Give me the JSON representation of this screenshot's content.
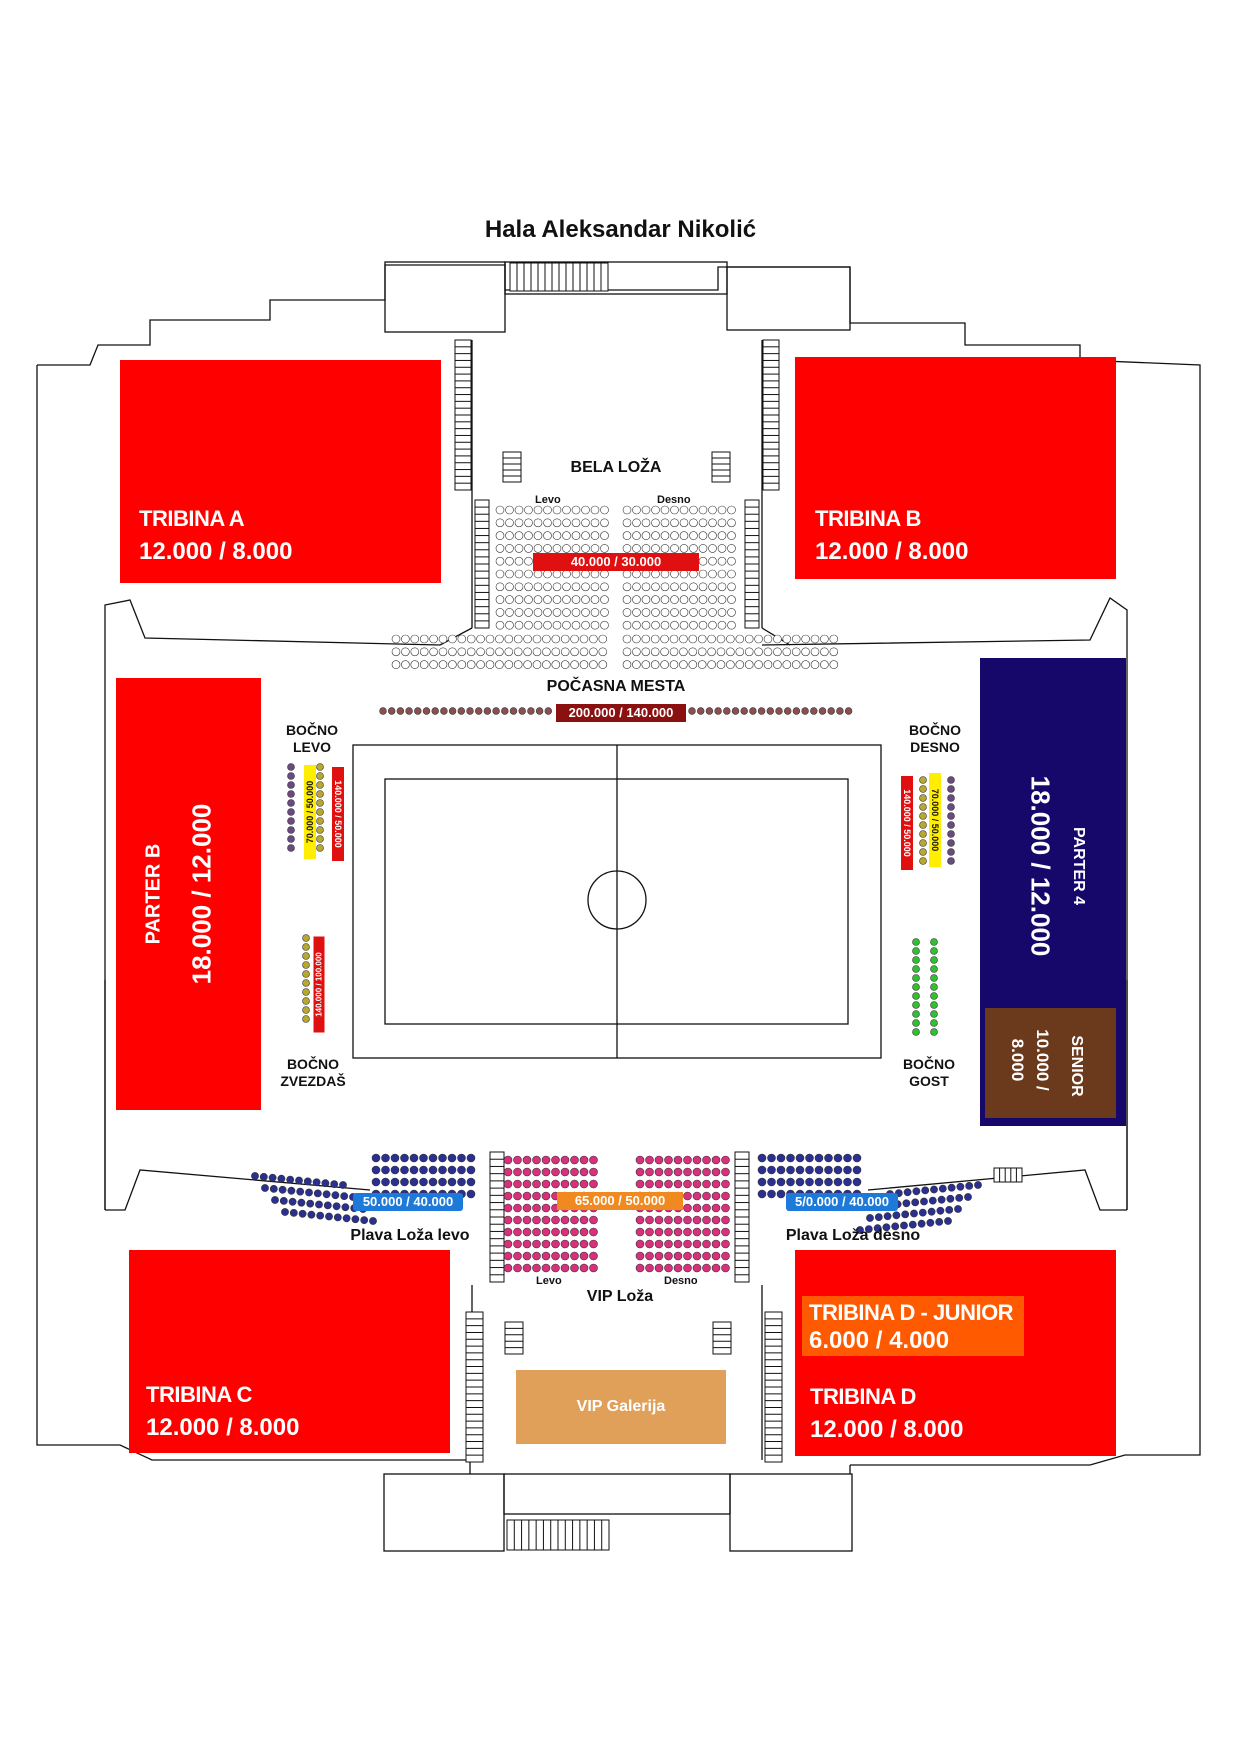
{
  "title": "Hala Aleksandar Nikolić",
  "sections": {
    "tribina_a": {
      "name": "TRIBINA A",
      "price": "12.000 / 8.000"
    },
    "tribina_b": {
      "name": "TRIBINA B",
      "price": "12.000 / 8.000"
    },
    "tribina_c": {
      "name": "TRIBINA C",
      "price": "12.000 / 8.000"
    },
    "tribina_d": {
      "name": "TRIBINA D",
      "price": "12.000 / 8.000"
    },
    "tribina_d_junior": {
      "name": "TRIBINA D - JUNIOR",
      "price": "6.000 / 4.000"
    },
    "parter_b": {
      "name": "PARTER B",
      "price": "18.000 / 12.000"
    },
    "parter_4": {
      "name": "PARTER 4",
      "price": "18.000 / 12.000"
    },
    "senior": {
      "name": "SENIOR",
      "price_line1": "10.000 /",
      "price_line2": "8.000"
    },
    "bela_loza": {
      "name": "BELA LOŽA",
      "left": "Levo",
      "right": "Desno",
      "price": "40.000 / 30.000"
    },
    "pocasna_mesta": {
      "name": "POČASNA MESTA",
      "price": "200.000 / 140.000"
    },
    "bocno_levo": {
      "line1": "BOČNO",
      "line2": "LEVO",
      "price_a": "70.000 / 50.000",
      "price_b": "140.000 / 50.000"
    },
    "bocno_desno": {
      "line1": "BOČNO",
      "line2": "DESNO",
      "price_a": "70.000 / 50.000",
      "price_b": "140.000 / 50.000"
    },
    "bocno_zvezdas": {
      "line1": "BOČNO",
      "line2": "ZVEZDAŠ",
      "price": "140.000 / 100.000"
    },
    "bocno_gost": {
      "line1": "BOČNO",
      "line2": "GOST"
    },
    "plava_loza_levo": {
      "name": "Plava Loža levo",
      "price": "50.000 / 40.000"
    },
    "plava_loza_desno": {
      "name": "Plava Loža desno",
      "price": "5/0.000 / 40.000"
    },
    "vip_loza": {
      "name": "VIP Loža",
      "left": "Levo",
      "right": "Desno",
      "price": "65.000 / 50.000"
    },
    "vip_galerija": {
      "name": "VIP Galerija"
    }
  },
  "colors": {
    "tribina": "#ff0000",
    "parter_4": "#16086b",
    "senior": "#6b3a1c",
    "junior": "#ff5a00",
    "bela_loza_price": "#e01010",
    "pocasna_price": "#8b1010",
    "plava_loza_price": "#1e7ad8",
    "vip_loza_price": "#f08a20",
    "vip_galerija": "#e0a05a",
    "seat_white": "#ffffff",
    "seat_navy": "#2b2f8f",
    "seat_pink": "#d8307a",
    "seat_green": "#2fc22f",
    "seat_olive": "#b8a830",
    "seat_purple": "#6a4a80",
    "seat_brown": "#8a5050"
  }
}
